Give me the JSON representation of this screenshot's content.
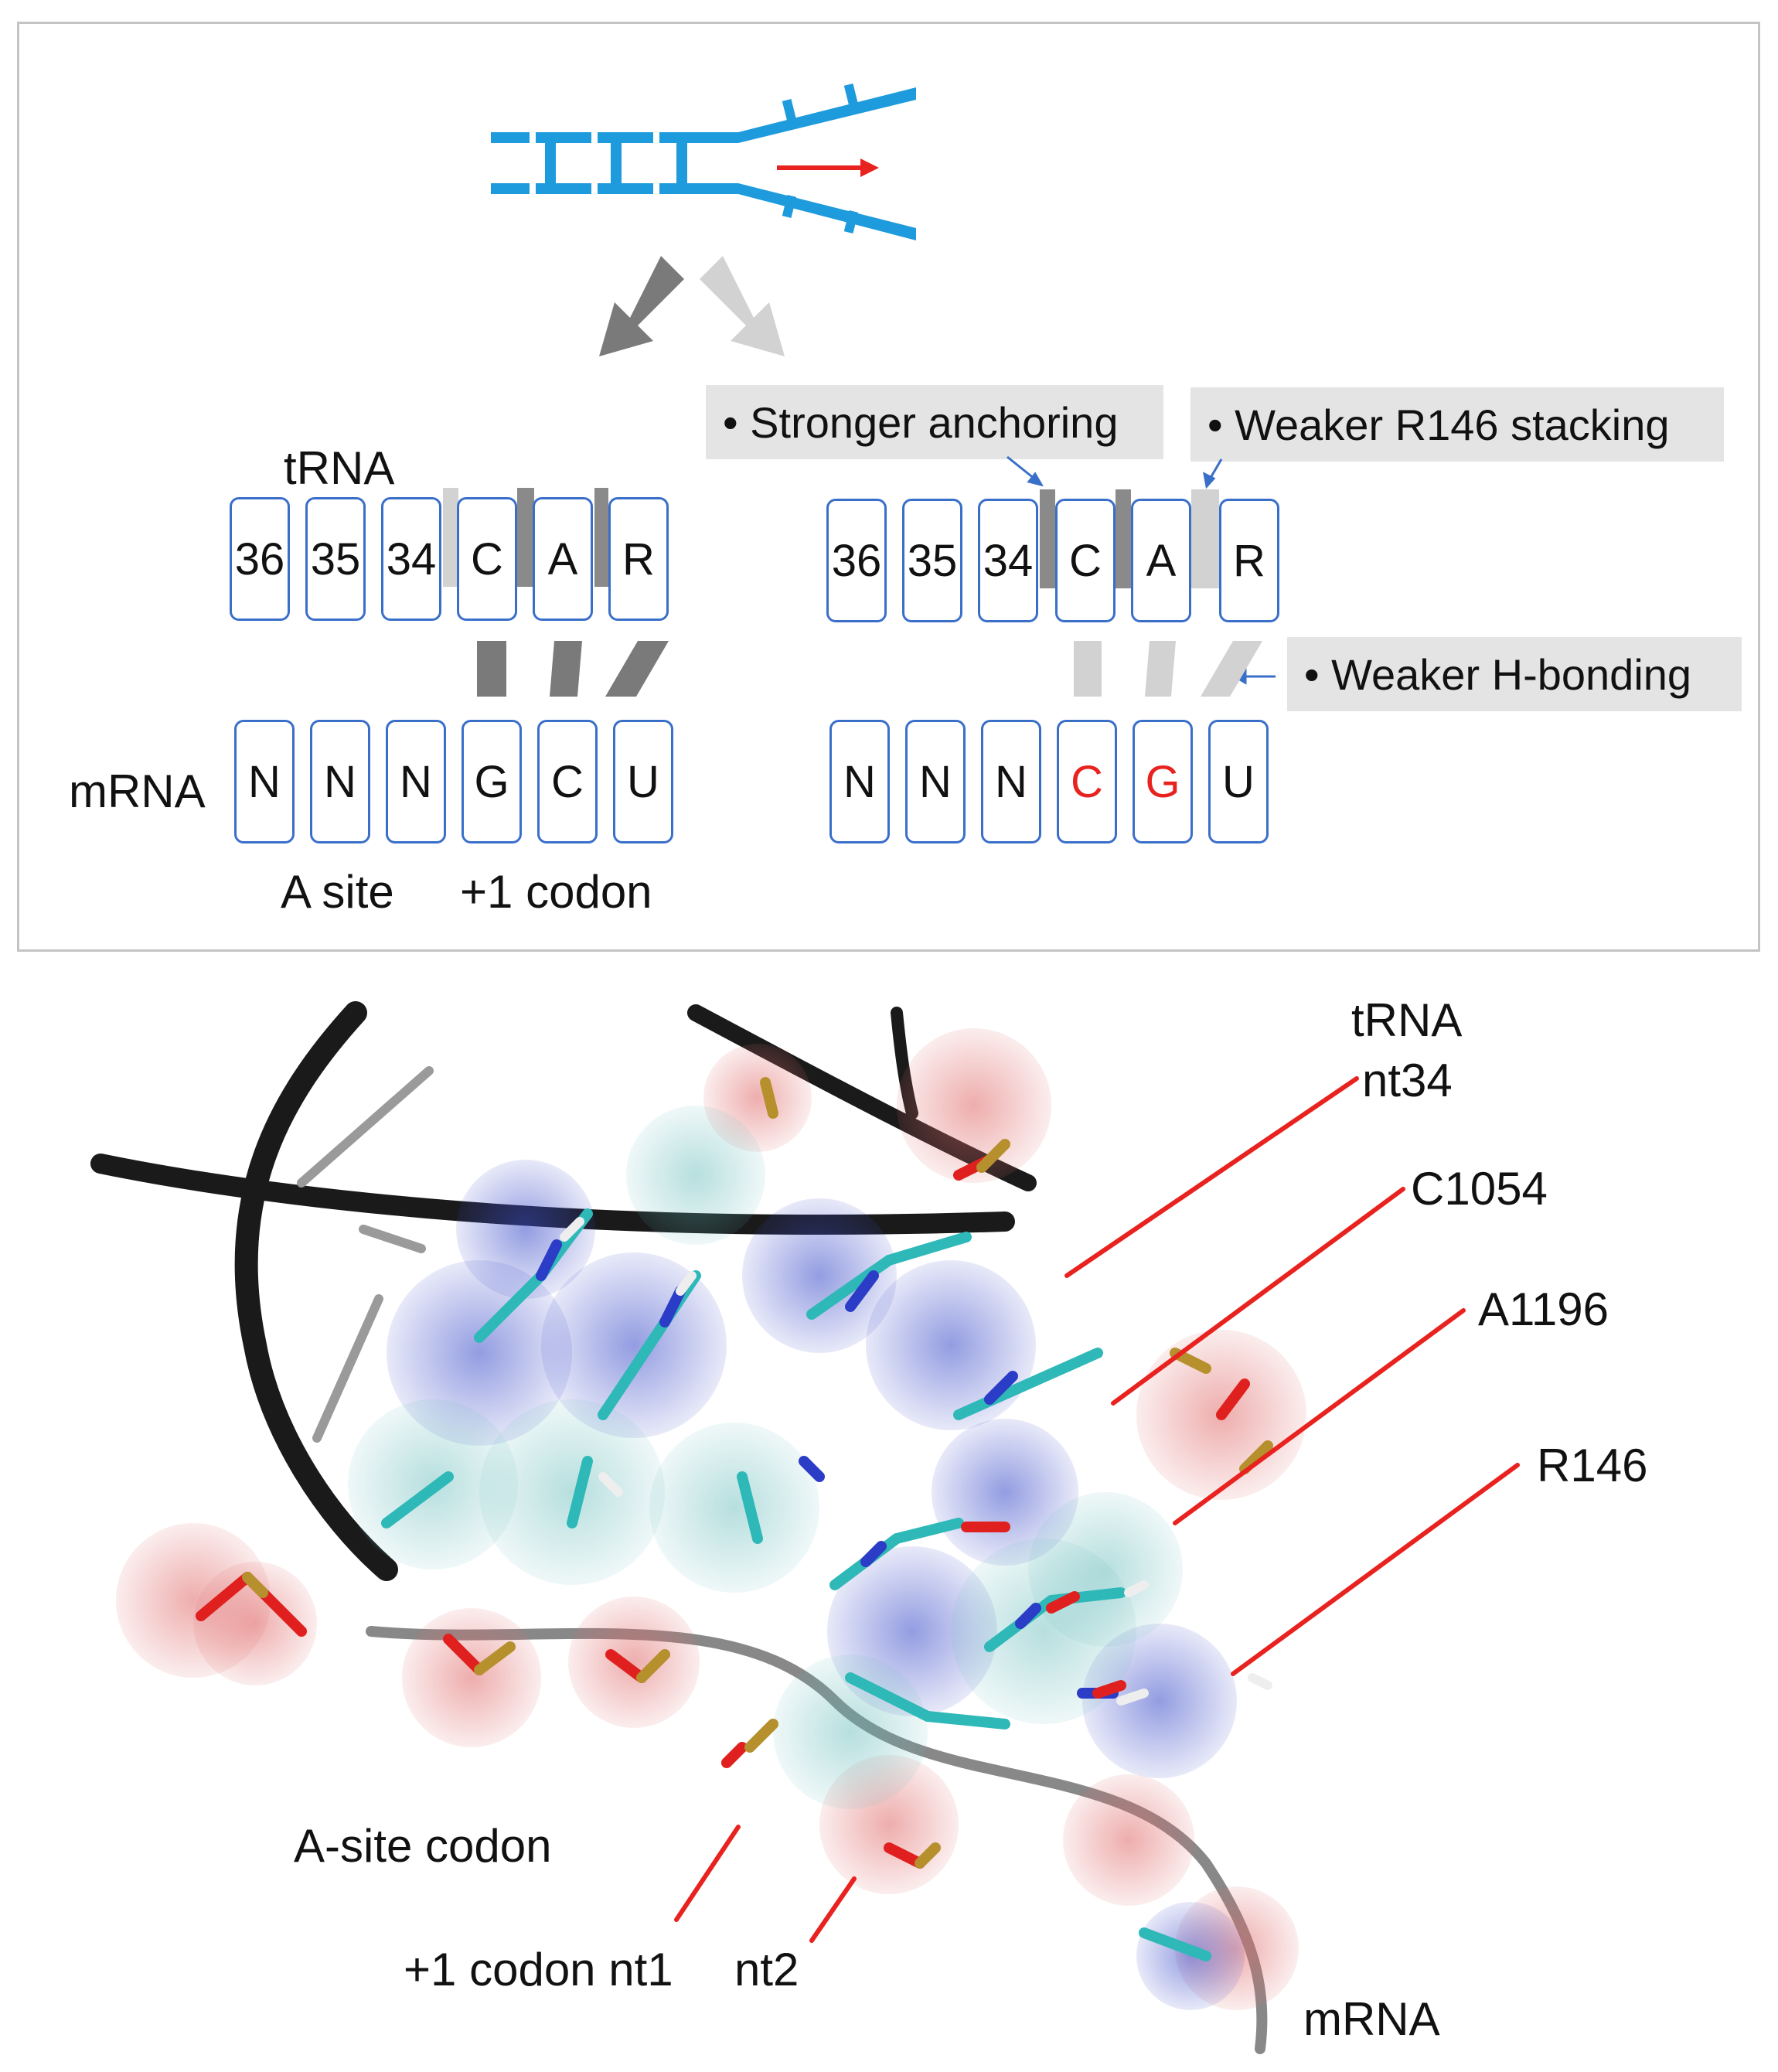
{
  "top_panel": {
    "trna_label": "tRNA",
    "mrna_label": "mRNA",
    "a_site_label": "A site",
    "plus1_label": "+1 codon",
    "left_trna": [
      "36",
      "35",
      "34",
      "C",
      "A",
      "R"
    ],
    "left_mrna": [
      "N",
      "N",
      "N",
      "G",
      "C",
      "U"
    ],
    "right_trna": [
      "36",
      "35",
      "34",
      "C",
      "A",
      "R"
    ],
    "right_mrna": [
      "N",
      "N",
      "N",
      "C",
      "G",
      "U"
    ],
    "callouts": {
      "stronger_anchoring": "• Stronger anchoring",
      "weaker_stacking": "• Weaker R146 stacking",
      "weaker_hbonding": "• Weaker H-bonding"
    },
    "colors": {
      "dna_blue": "#1e9bdc",
      "arrow_red": "#e8231f",
      "box_border": "#3a6fc9",
      "dark_gray": "#777777",
      "light_gray": "#d2d2d2",
      "mutant_red": "#e8231f"
    }
  },
  "bottom_panel": {
    "trna_label": "tRNA",
    "nt34_label": "nt34",
    "c1054_label": "C1054",
    "a1196_label": "A1196",
    "r146_label": "R146",
    "asite_codon_label": "A-site codon",
    "plus1_nt1_label": "+1 codon nt1",
    "nt2_label": "nt2",
    "mrna_label": "mRNA",
    "colors": {
      "leader_red": "#e8231f",
      "carbon": "#2fb8b8",
      "nitrogen": "#2b3cc7",
      "oxygen": "#e0201e",
      "phosphorus": "#b5902d",
      "hydrogen": "#eeeeee",
      "backbone": "#1a1a1a"
    }
  }
}
